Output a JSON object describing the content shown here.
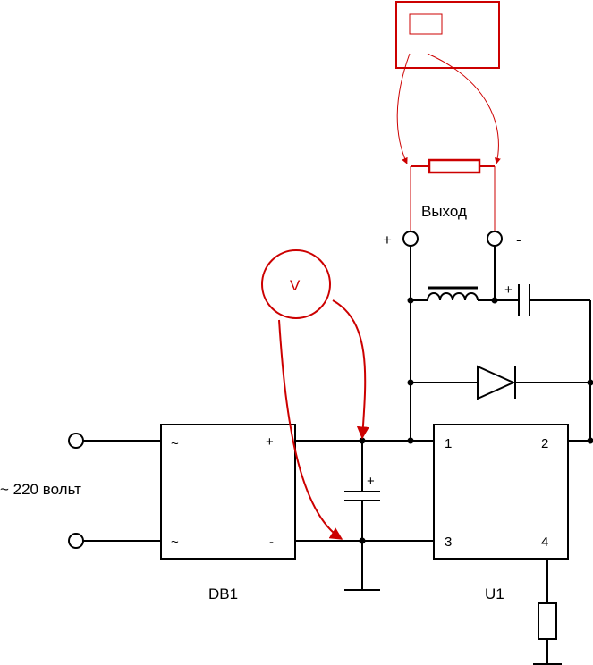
{
  "colors": {
    "wire": "#000000",
    "instrument": "#cc0000"
  },
  "labels": {
    "input_voltage": "~ 220 вольт",
    "output": "Выход",
    "output_plus": "+",
    "output_minus": "-",
    "bridge_name": "DB1",
    "regulator_name": "U1",
    "voltmeter": "V",
    "bridge_ac_top": "~",
    "bridge_ac_bottom": "~",
    "bridge_plus": "+",
    "bridge_minus": "-",
    "input_cap_polarity": "+",
    "output_cap_polarity": "+",
    "u1_pin1": "1",
    "u1_pin2": "2",
    "u1_pin3": "3",
    "u1_pin4": "4"
  }
}
